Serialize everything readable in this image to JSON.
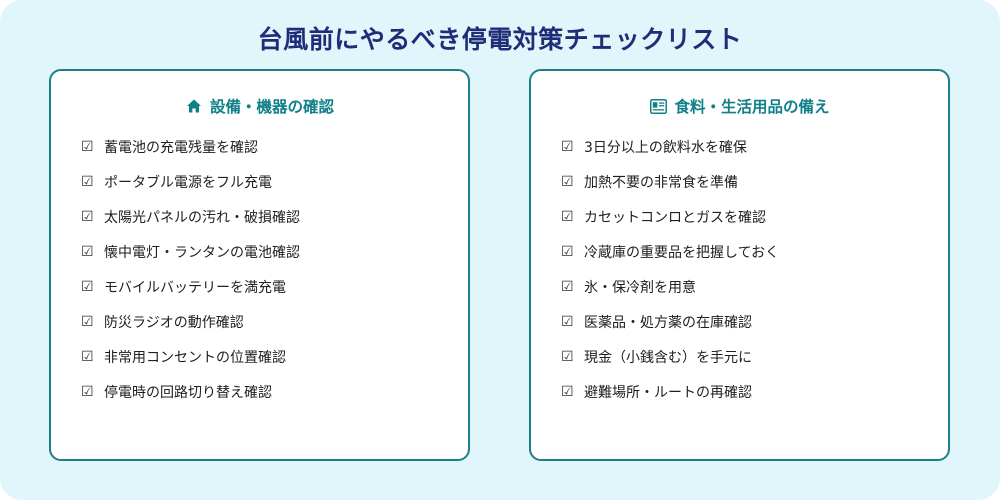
{
  "title": "台風前にやるべき停電対策チェックリスト",
  "colors": {
    "background": "#e0f6fa",
    "title": "#1f2d78",
    "accent": "#128089",
    "card_border": "#1d7f86"
  },
  "check_symbol": "☑",
  "cards": [
    {
      "icon": "home-icon",
      "heading": "設備・機器の確認",
      "items": [
        "蓄電池の充電残量を確認",
        "ポータブル電源をフル充電",
        "太陽光パネルの汚れ・破損確認",
        "懐中電灯・ランタンの電池確認",
        "モバイルバッテリーを満充電",
        "防災ラジオの動作確認",
        "非常用コンセントの位置確認",
        "停電時の回路切り替え確認"
      ]
    },
    {
      "icon": "id-card-icon",
      "heading": "食料・生活用品の備え",
      "items": [
        "3日分以上の飲料水を確保",
        "加熱不要の非常食を準備",
        "カセットコンロとガスを確認",
        "冷蔵庫の重要品を把握しておく",
        "氷・保冷剤を用意",
        "医薬品・処方薬の在庫確認",
        "現金（小銭含む）を手元に",
        "避難場所・ルートの再確認"
      ]
    }
  ]
}
